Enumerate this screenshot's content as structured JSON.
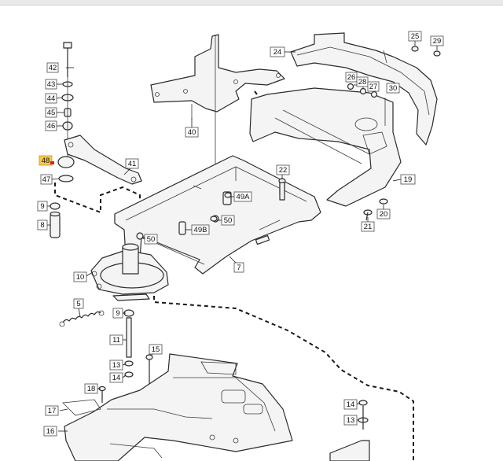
{
  "callouts": [
    {
      "id": "42",
      "label": "42"
    },
    {
      "id": "43",
      "label": "43"
    },
    {
      "id": "44",
      "label": "44"
    },
    {
      "id": "45",
      "label": "45"
    },
    {
      "id": "46",
      "label": "46"
    },
    {
      "id": "48",
      "label": "48",
      "highlighted": true
    },
    {
      "id": "47",
      "label": "47"
    },
    {
      "id": "41",
      "label": "41"
    },
    {
      "id": "40",
      "label": "40"
    },
    {
      "id": "24",
      "label": "24"
    },
    {
      "id": "25",
      "label": "25"
    },
    {
      "id": "29",
      "label": "29"
    },
    {
      "id": "26",
      "label": "26"
    },
    {
      "id": "28",
      "label": "28"
    },
    {
      "id": "27",
      "label": "27"
    },
    {
      "id": "30",
      "label": "30"
    },
    {
      "id": "22",
      "label": "22"
    },
    {
      "id": "19",
      "label": "19"
    },
    {
      "id": "20",
      "label": "20"
    },
    {
      "id": "21",
      "label": "21"
    },
    {
      "id": "9a",
      "label": "9"
    },
    {
      "id": "8",
      "label": "8"
    },
    {
      "id": "49A",
      "label": "49A"
    },
    {
      "id": "50a",
      "label": "50"
    },
    {
      "id": "49B",
      "label": "49B"
    },
    {
      "id": "50b",
      "label": "50"
    },
    {
      "id": "10",
      "label": "10"
    },
    {
      "id": "7",
      "label": "7"
    },
    {
      "id": "5",
      "label": "5"
    },
    {
      "id": "9b",
      "label": "9"
    },
    {
      "id": "11",
      "label": "11"
    },
    {
      "id": "15",
      "label": "15"
    },
    {
      "id": "13a",
      "label": "13"
    },
    {
      "id": "14a",
      "label": "14"
    },
    {
      "id": "18",
      "label": "18"
    },
    {
      "id": "17",
      "label": "17"
    },
    {
      "id": "16",
      "label": "16"
    },
    {
      "id": "14b",
      "label": "14"
    },
    {
      "id": "13b",
      "label": "13"
    }
  ],
  "colors": {
    "highlight": "#f7c948",
    "highlight_marker": "#e02020",
    "line": "#2b2b2b"
  }
}
